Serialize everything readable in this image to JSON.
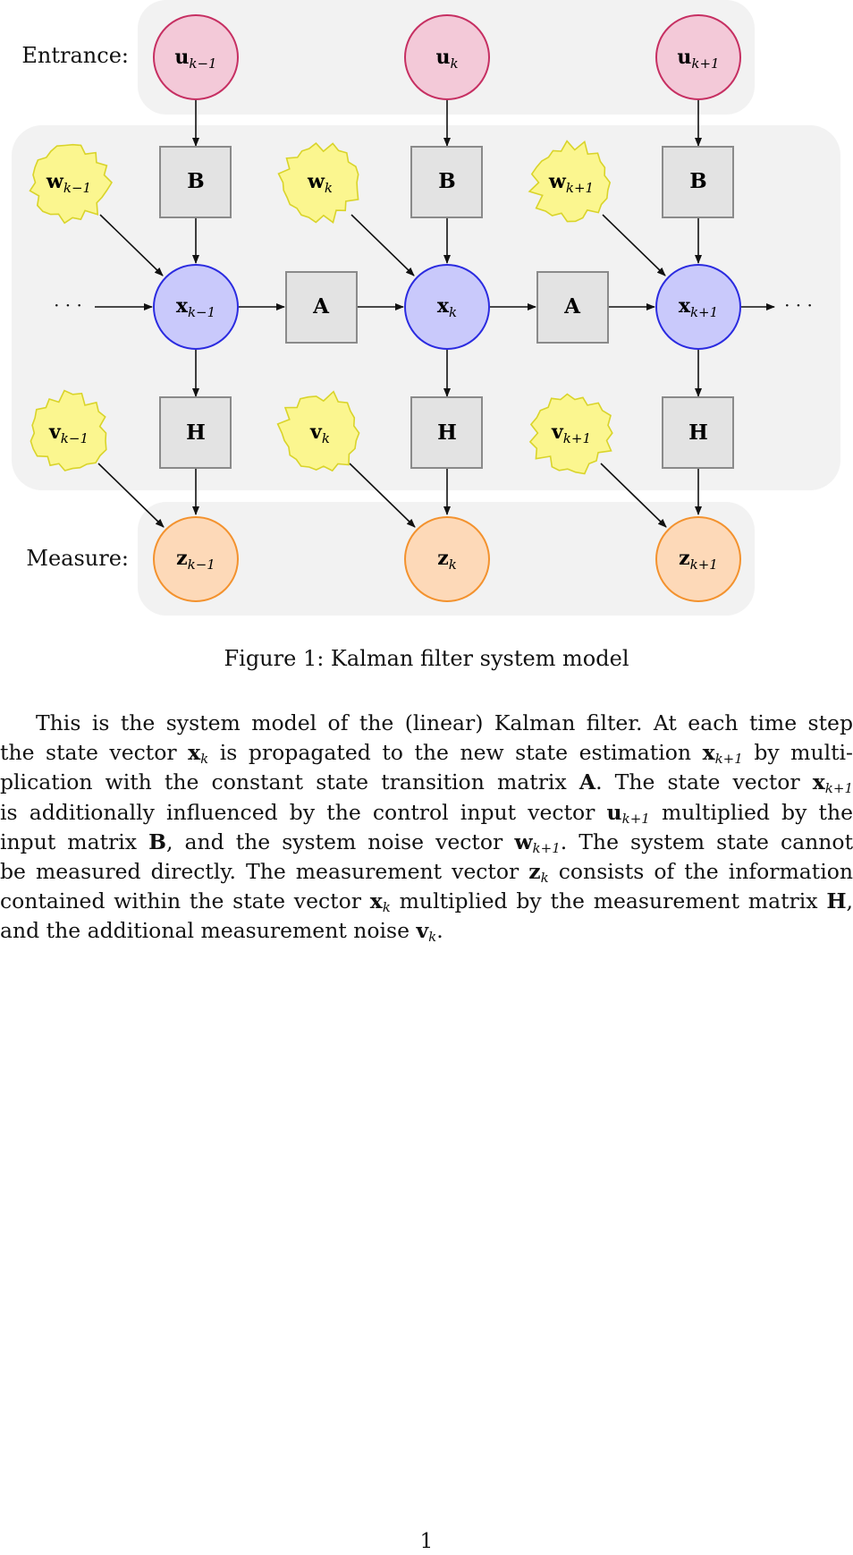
{
  "diagram": {
    "row_labels": {
      "entrance": "Entrance:",
      "measure": "Measure:"
    },
    "ellipsis": "· · ·",
    "nodes": {
      "u": [
        {
          "base": "u",
          "sub": "k−1"
        },
        {
          "base": "u",
          "sub": "k"
        },
        {
          "base": "u",
          "sub": "k+1"
        }
      ],
      "w": [
        {
          "base": "w",
          "sub": "k−1"
        },
        {
          "base": "w",
          "sub": "k"
        },
        {
          "base": "w",
          "sub": "k+1"
        }
      ],
      "x": [
        {
          "base": "x",
          "sub": "k−1"
        },
        {
          "base": "x",
          "sub": "k"
        },
        {
          "base": "x",
          "sub": "k+1"
        }
      ],
      "v": [
        {
          "base": "v",
          "sub": "k−1"
        },
        {
          "base": "v",
          "sub": "k"
        },
        {
          "base": "v",
          "sub": "k+1"
        }
      ],
      "z": [
        {
          "base": "z",
          "sub": "k−1"
        },
        {
          "base": "z",
          "sub": "k"
        },
        {
          "base": "z",
          "sub": "k+1"
        }
      ],
      "B": [
        "B",
        "B",
        "B"
      ],
      "A": [
        "A",
        "A"
      ],
      "H": [
        "H",
        "H",
        "H"
      ]
    },
    "colors": {
      "band_fill": "#f2f2f2",
      "u_fill": "#f3c9d8",
      "u_stroke": "#c62f62",
      "x_fill": "#c9c9fb",
      "x_stroke": "#2b2be0",
      "z_fill": "#fdd9b8",
      "z_stroke": "#f3922e",
      "noise_fill": "#fbf68f",
      "noise_stroke": "#d9d42a",
      "box_fill": "#e3e3e3",
      "box_stroke": "#8a8a8a"
    }
  },
  "caption": "Figure 1: Kalman filter system model",
  "paragraph": {
    "lines": [
      "This is the system model of the (linear) Kalman filter. At each time step",
      "the state vector [x_k] is propagated to the new state estimation [x_k+1] by multi-",
      "plication with the constant state transition matrix [A]. The state vector [x_k+1]",
      "is additionally influenced by the control input vector [u_k+1] multiplied by the",
      "input matrix [B], and the system noise vector [w_k+1]. The system state cannot",
      "be measured directly. The measurement vector [z_k] consists of the information",
      "contained within the state vector [x_k] multiplied by the measurement matrix [H],",
      "and the additional measurement noise [v_k]."
    ]
  },
  "page_number": "1"
}
